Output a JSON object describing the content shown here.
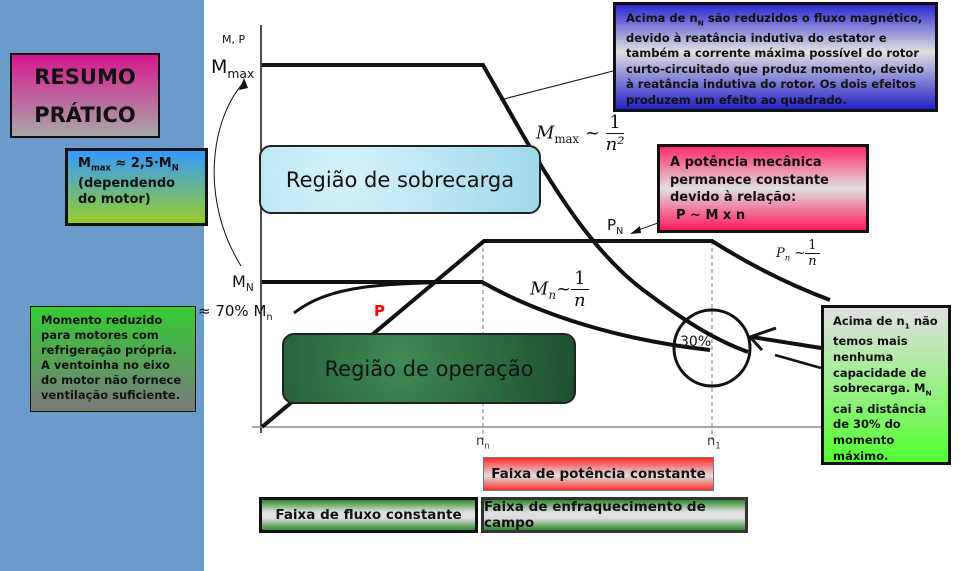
{
  "title_box": {
    "line1": "RESUMO",
    "line2": "PRÁTICO"
  },
  "mmax_box": {
    "m": "M",
    "m_sub": "max",
    "relation": " ≈ 2,5·M",
    "n_sub": "N",
    "line2": "(dependendo",
    "line3": "do motor)"
  },
  "reduced_box": {
    "text": "Momento reduzido para motores com refrigeração própria. A ventoinha no eixo do motor não fornece ventilação suficiente."
  },
  "top_box": {
    "pre": "Acima de n",
    "sub": "N",
    "text": " são reduzidos o fluxo magnético, devido à  reatância indutiva do estator e também  a corrente máxima possível do rotor curto-circuitado que produz momento, devido à reatância indutiva do rotor. Os dois efeitos produzem um efeito ao quadrado."
  },
  "power_box": {
    "text": "A potência mecânica permanece constante devido à relação:",
    "formula": "P ~ M x n"
  },
  "n1_box": {
    "pre": "Acima de n",
    "sub": "1",
    "mid": " não temos mais nenhuma capacidade de sobrecarga. M",
    "sub2": "N",
    "post": " cai a distância de 30% do momento máximo."
  },
  "regions": {
    "overload": "Região de sobrecarga",
    "operation": "Região de operação"
  },
  "axis": {
    "y_label": "M, P",
    "mmax": "M",
    "mmax_sub": "max",
    "mn": "M",
    "mn_sub": "N",
    "reduced": "≈ 70% M",
    "reduced_sub": "n",
    "x_nn": "n",
    "x_nn_sub": "n",
    "x_n1": "n",
    "x_n1_sub": "1"
  },
  "curve_labels": {
    "p": "P",
    "pn": "P",
    "pn_sub": "N",
    "percent": "30%",
    "mmax_formula": {
      "m": "M",
      "sub": "max",
      "tilde": "~",
      "num": "1",
      "den": "n²"
    },
    "mn_formula": {
      "m": "M",
      "sub": "n",
      "tilde": "~",
      "num": "1",
      "den": "n"
    },
    "pn_formula": {
      "p": "P",
      "sub": "n",
      "tilde": "~",
      "num": "1",
      "den": "n"
    }
  },
  "bands": {
    "power": "Faixa de potência constante",
    "flux": "Faixa de fluxo constante",
    "weakening": "Faixa de enfraquecimento de campo"
  }
}
